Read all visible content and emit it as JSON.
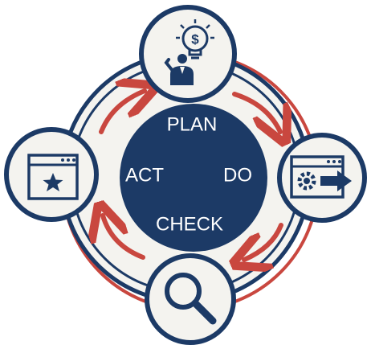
{
  "colors": {
    "navy": "#1c3a66",
    "red": "#c9473f",
    "cream": "#f4f3ef",
    "white": "#ffffff"
  },
  "center": {
    "plan": "PLAN",
    "do": "DO",
    "check": "CHECK",
    "act": "ACT"
  },
  "nodes": {
    "top": {
      "icon": "businessman-idea-lightbulb-icon"
    },
    "right": {
      "icon": "browser-gear-arrow-icon"
    },
    "bottom": {
      "icon": "magnifying-glass-icon"
    },
    "left": {
      "icon": "browser-star-icon"
    }
  }
}
